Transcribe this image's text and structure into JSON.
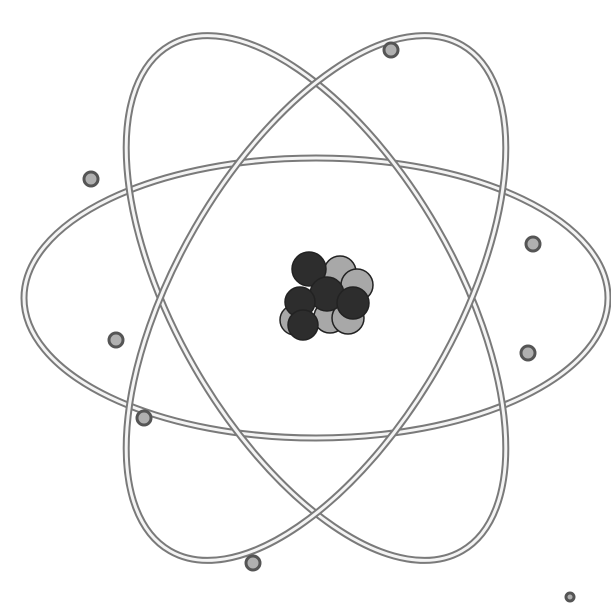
{
  "figure": {
    "subject": "atom",
    "orbits": 3,
    "electrons": 8
  },
  "colors": {
    "background": "#ffffff",
    "orbit": "#7a7a7a",
    "electron_fill": "#b0b0b0",
    "proton": "#2d2d2d",
    "neutron": "#a8a8a8"
  },
  "nucleus": {
    "particles": [
      {
        "kind": "neutron"
      },
      {
        "kind": "neutron"
      },
      {
        "kind": "neutron"
      },
      {
        "kind": "neutron"
      },
      {
        "kind": "neutron"
      },
      {
        "kind": "proton"
      },
      {
        "kind": "proton"
      },
      {
        "kind": "proton"
      },
      {
        "kind": "proton"
      },
      {
        "kind": "proton"
      }
    ]
  }
}
